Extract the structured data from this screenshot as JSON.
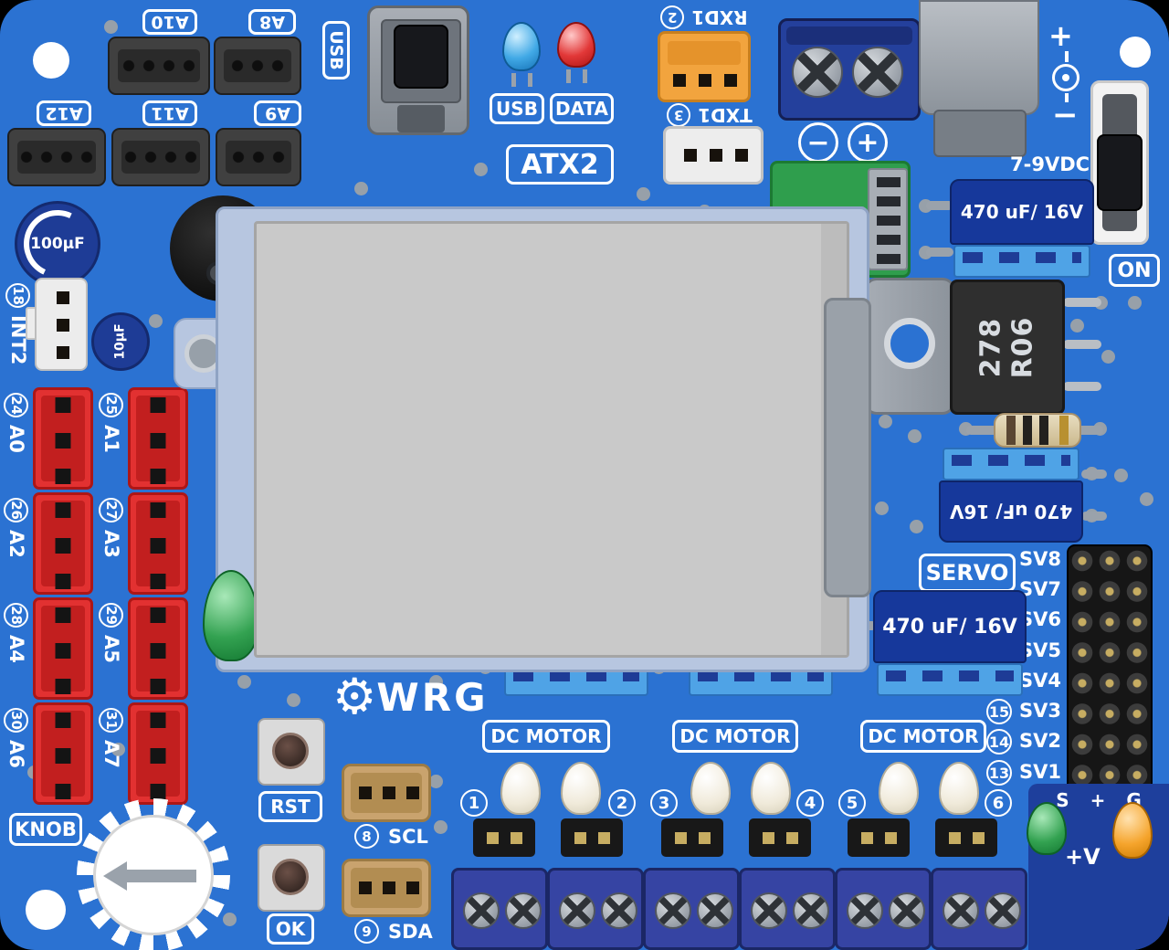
{
  "board": {
    "name": "ATX2",
    "brand": "WRG"
  },
  "top_labels": {
    "usb_side": "USB",
    "led_usb": "USB",
    "led_data": "DATA"
  },
  "analog_top": {
    "row1": [
      "A10",
      "A8"
    ],
    "row2": [
      "A12",
      "A11",
      "A9"
    ]
  },
  "uart": {
    "rxd": "RXD1",
    "rxd_pin": "2",
    "txd": "TXD1",
    "txd_pin": "3"
  },
  "power": {
    "term_minus": "−",
    "term_plus": "+",
    "jack_plus": "+",
    "jack_minus": "−",
    "voltage": "7-9VDC",
    "on": "ON"
  },
  "parts": {
    "cap470": "470 uF/ 16V",
    "cap100": "100µF",
    "cap10": "10µF",
    "reg_line1": "278",
    "reg_line2": "R06"
  },
  "servo": {
    "title": "SERVO",
    "pins": [
      "SV8",
      "SV7",
      "SV6",
      "SV5",
      "SV4",
      "SV3",
      "SV2",
      "SV1"
    ],
    "pin_numbers": [
      "15",
      "14",
      "13"
    ]
  },
  "int2": {
    "pin": "18",
    "label": "INT2"
  },
  "analog_ports": [
    {
      "pin": "24",
      "label": "A0"
    },
    {
      "pin": "25",
      "label": "A1"
    },
    {
      "pin": "26",
      "label": "A2"
    },
    {
      "pin": "27",
      "label": "A3"
    },
    {
      "pin": "28",
      "label": "A4"
    },
    {
      "pin": "29",
      "label": "A5"
    },
    {
      "pin": "30",
      "label": "A6"
    },
    {
      "pin": "31",
      "label": "A7"
    }
  ],
  "buttons": {
    "reset": "RST",
    "ok": "OK"
  },
  "i2c": {
    "scl_pin": "8",
    "scl": "SCL",
    "sda_pin": "9",
    "sda": "SDA"
  },
  "knob": {
    "label": "KNOB"
  },
  "motors": {
    "label": "DC MOTOR",
    "channels": [
      "1",
      "2",
      "3",
      "4",
      "5",
      "6"
    ]
  },
  "servo_power": {
    "header": "S + G",
    "plus_v": "+V"
  },
  "colors": {
    "pcb": "#2B72D2",
    "cap_navy": "#16389B",
    "port_red": "#E23131",
    "uart_orange": "#F2A43E",
    "module_green": "#2F9E4D"
  }
}
